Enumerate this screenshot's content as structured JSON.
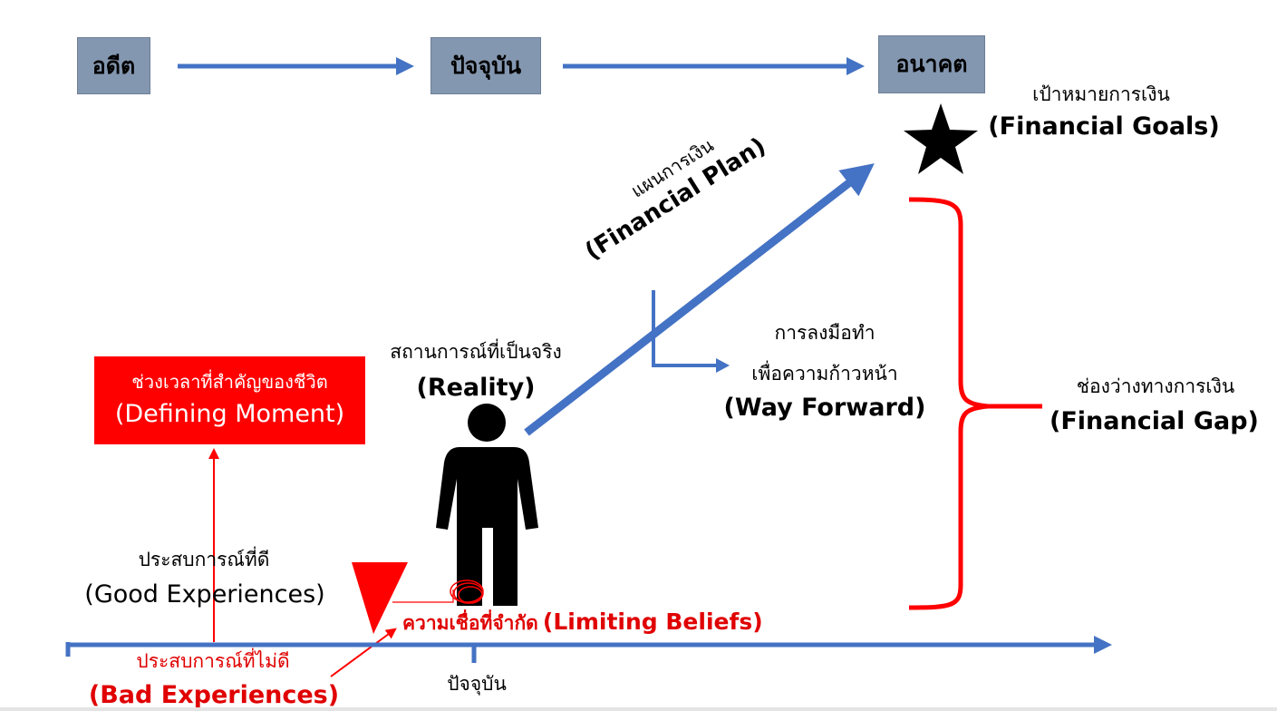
{
  "timeline": {
    "past": "อดีต",
    "present": "ปัจจุบัน",
    "future": "อนาคต"
  },
  "goals": {
    "thai": "เป้าหมายการเงิน",
    "english": "(Financial Goals)"
  },
  "plan": {
    "thai": "แผนการเงิน",
    "english": "(Financial Plan)"
  },
  "reality": {
    "thai": "สถานการณ์ที่เป็นจริง",
    "english": "(Reality)"
  },
  "way_forward": {
    "thai_line1": "การลงมือทำ",
    "thai_line2": "เพื่อความก้าวหน้า",
    "english": "(Way Forward)"
  },
  "gap": {
    "thai": "ช่องว่างทางการเงิน",
    "english": "(Financial Gap)"
  },
  "defining_moment": {
    "thai": "ช่วงเวลาที่สำคัญของชีวิต",
    "english": "(Defining Moment)"
  },
  "good_experiences": {
    "thai": "ประสบการณ์ที่ดี",
    "english": "(Good Experiences)"
  },
  "bad_experiences": {
    "thai": "ประสบการณ์ที่ไม่ดี",
    "english": "(Bad Experiences)"
  },
  "limiting_beliefs": {
    "thai": "ความเชื่อที่จำกัด",
    "english": "(Limiting Beliefs)"
  },
  "axis_present": "ปัจจุบัน",
  "colors": {
    "blue": "#4472c4",
    "red": "#ff0000",
    "box": "#8497b0"
  }
}
